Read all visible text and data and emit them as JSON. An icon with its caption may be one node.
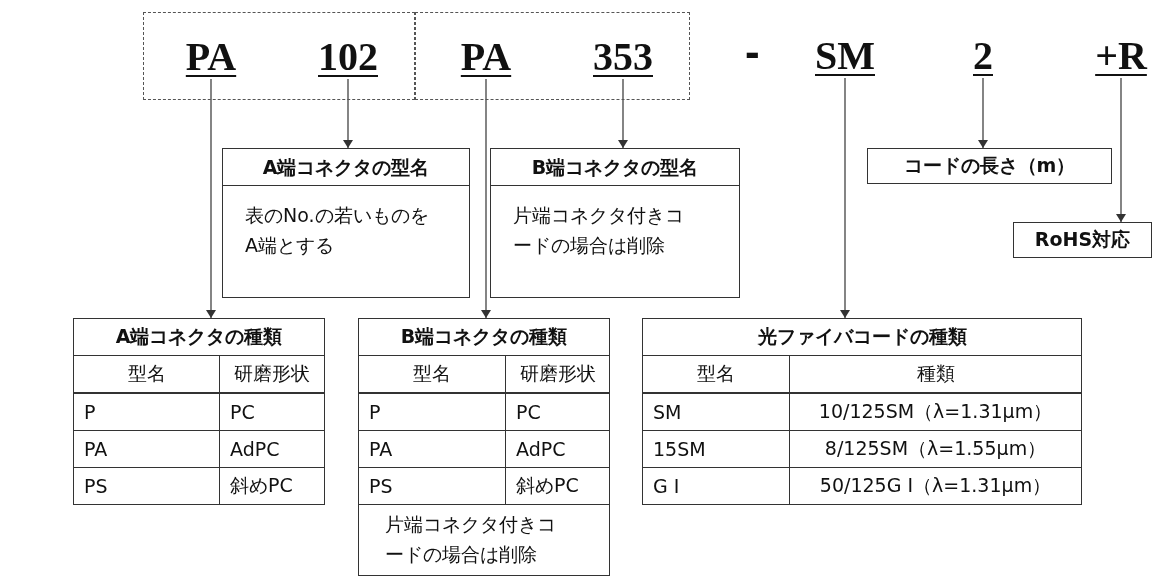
{
  "diagram": {
    "nodes": [
      {
        "text": [],
        "shape": "box"
      },
      {
        "text": [
          "PA"
        ],
        "in": 0
      },
      {
        "text": [
          "102"
        ],
        "in": 0
      },
      {
        "text": [],
        "shape": "box"
      },
      {
        "text": [
          "PA"
        ],
        "in": 3
      },
      {
        "text": [
          "353"
        ],
        "in": 3
      },
      {
        "text": [
          "SM"
        ]
      },
      {
        "text": [
          "2"
        ]
      },
      {
        "text": [
          "+R"
        ]
      },
      {
        "text": [
          "A端コネクタの型名",
          "表のNo.の若いものをA端とする"
        ]
      },
      {
        "text": [
          "B端コネクタの型名",
          "片端コネクタ付きコードの場合は削除"
        ]
      },
      {
        "text": [
          "コードの長さ（m）"
        ]
      },
      {
        "text": [
          "RoHS対応"
        ]
      },
      {
        "text": [
          "A端コネクタの種類",
          "型名",
          "研磨形状",
          "P",
          "PC",
          "PA",
          "AdPC",
          "PS",
          "斜めPC"
        ]
      },
      {
        "text": [
          "B端コネクタの種類",
          "型名",
          "研磨形状",
          "P",
          "PC",
          "PA",
          "AdPC",
          "PS",
          "斜めPC",
          "片端コネクタ付きコードの場合は削除"
        ]
      },
      {
        "text": [
          "光ファイバコードの種類",
          "型名",
          "種類",
          "SM",
          "10/125SM（λ=1.31μm）",
          "15SM",
          "8/125SM（λ=1.55μm）",
          "G I",
          "50/125G I（λ=1.31μm）"
        ]
      }
    ],
    "edges": [
      {
        "from": 1,
        "to": 13,
        "arrow": "to"
      },
      {
        "from": 2,
        "to": 9,
        "arrow": "to"
      },
      {
        "from": 4,
        "to": 14,
        "arrow": "to"
      },
      {
        "from": 5,
        "to": 10,
        "arrow": "to"
      },
      {
        "from": 6,
        "to": 15,
        "arrow": "to"
      },
      {
        "from": 7,
        "to": 11,
        "arrow": "to"
      },
      {
        "from": 8,
        "to": 12,
        "arrow": "to"
      }
    ],
    "labels": [
      "-"
    ]
  }
}
